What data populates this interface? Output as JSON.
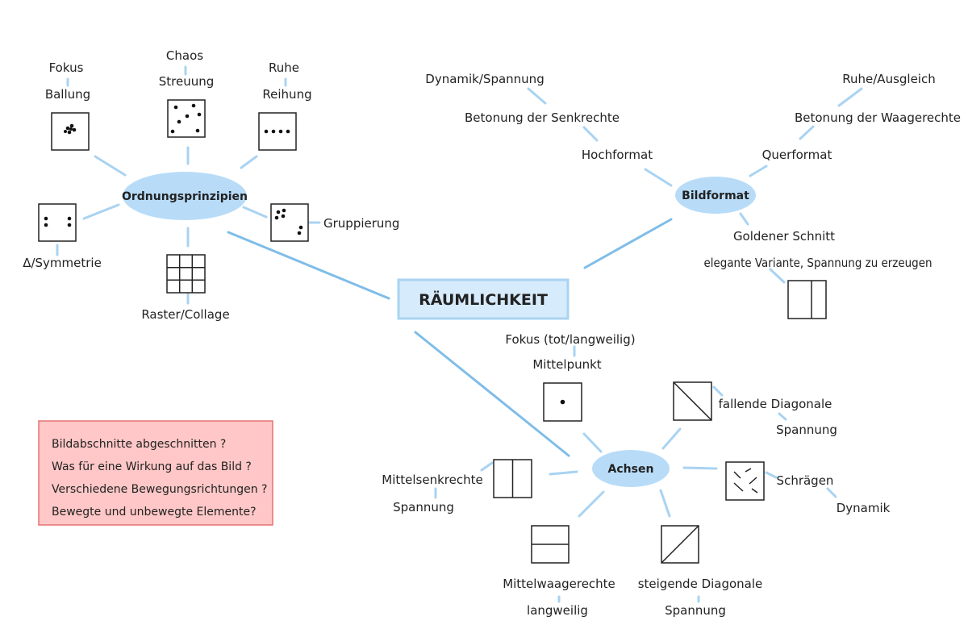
{
  "center": "RÄUMLICHKEIT",
  "hubs": {
    "ordnung": "Ordnungsprinzipien",
    "bildformat": "Bildformat",
    "achsen": "Achsen"
  },
  "ordnung": {
    "fokus": "Fokus",
    "ballung": "Ballung",
    "chaos": "Chaos",
    "streuung": "Streuung",
    "ruhe": "Ruhe",
    "reihung": "Reihung",
    "symmetrie": "Δ/Symmetrie",
    "gruppierung": "Gruppierung",
    "raster": "Raster/Collage"
  },
  "bildformat": {
    "dynamik_spannung": "Dynamik/Spannung",
    "betonung_senkrechte": "Betonung der Senkrechte",
    "hochformat": "Hochformat",
    "ruhe_ausgleich": "Ruhe/Ausgleich",
    "betonung_waagerechte": "Betonung der Waagerechte",
    "querformat": "Querformat",
    "goldener_schnitt": "Goldener Schnitt",
    "elegante_variante": "elegante Variante, Spannung zu erzeugen"
  },
  "achsen": {
    "fokus_tot": "Fokus (tot/langweilig)",
    "mittelpunkt": "Mittelpunkt",
    "fallende_diagonale": "fallende Diagonale",
    "fallende_spannung": "Spannung",
    "schraegen": "Schrägen",
    "dynamik": "Dynamik",
    "mittelsenkrechte": "Mittelsenkrechte",
    "mittelsenkrechte_spannung": "Spannung",
    "mittelwaagerechte": "Mittelwaagerechte",
    "langweilig": "langweilig",
    "steigende_diagonale": "steigende Diagonale",
    "steigende_spannung": "Spannung"
  },
  "questions": [
    "Bildabschnitte abgeschnitten ?",
    "Was für eine Wirkung auf das Bild ?",
    "Verschiedene Bewegungsrichtungen ?",
    "Bewegte und unbewegte Elemente?"
  ],
  "colors": {
    "connector": "#a9d3f2",
    "main_connector": "#7fbde9",
    "hub_fill": "#b8dcf8",
    "center_fill": "#d6ebfb",
    "center_border": "#a9d3f2",
    "question_fill": "#ffc7c7",
    "question_border": "#e57373"
  }
}
